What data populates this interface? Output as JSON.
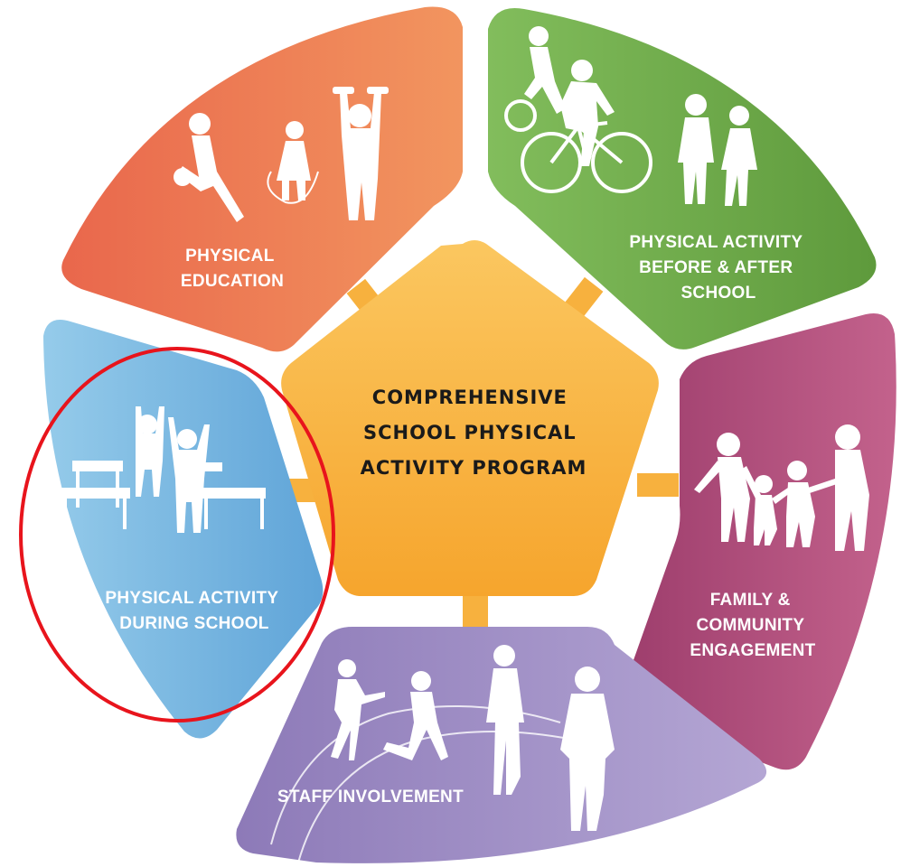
{
  "center": {
    "lines": [
      "COMPREHENSIVE",
      "SCHOOL PHYSICAL",
      "ACTIVITY PROGRAM"
    ]
  },
  "segments": [
    {
      "key": "pe",
      "lines": [
        "PHYSICAL",
        "EDUCATION"
      ]
    },
    {
      "key": "before_after",
      "lines": [
        "PHYSICAL ACTIVITY",
        "BEFORE & AFTER",
        "SCHOOL"
      ]
    },
    {
      "key": "family",
      "lines": [
        "FAMILY &",
        "COMMUNITY",
        "ENGAGEMENT"
      ]
    },
    {
      "key": "staff",
      "lines": [
        "STAFF INVOLVEMENT"
      ]
    },
    {
      "key": "during",
      "lines": [
        "PHYSICAL ACTIVITY",
        "DURING SCHOOL"
      ]
    }
  ],
  "colors": {
    "physical_education": "#ee7a55",
    "before_after_school": "#6ea84a",
    "family_community": "#b04a79",
    "staff_involvement": "#9e8cc2",
    "during_school": "#7ab6de",
    "center": "#f8b23c",
    "highlight_ring": "#e8141c"
  },
  "icons": {
    "physical_education": "child-sports-icon",
    "before_after_school": "bike-riders-icon",
    "family_community": "family-holding-hands-icon",
    "staff_involvement": "walkers-runners-icon",
    "during_school": "kids-jumping-desks-icon"
  },
  "highlight": {
    "target": "PHYSICAL ACTIVITY DURING SCHOOL"
  }
}
